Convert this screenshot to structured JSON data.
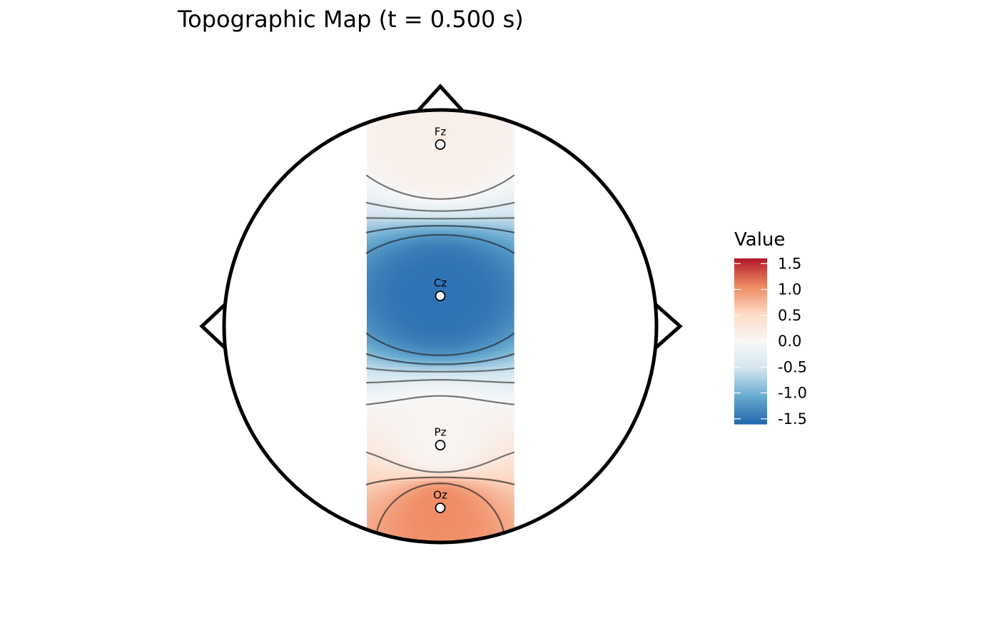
{
  "chart_data": {
    "type": "heatmap",
    "title": "Topographic Map (t = 0.500 s)",
    "legend": {
      "title": "Value",
      "placement": "right",
      "range": [
        -1.6,
        1.6
      ],
      "ticks": [
        1.5,
        1.0,
        0.5,
        0.0,
        -0.5,
        -1.0,
        -1.5
      ],
      "tick_labels": [
        "1.5",
        "1.0",
        "0.5",
        "0.0",
        "-0.5",
        "-1.0",
        "-1.5"
      ],
      "colors": {
        "high": "#b2182b",
        "mid_high": "#ef8a62",
        "light_high": "#fddbc7",
        "zero": "#f7f7f7",
        "light_low": "#d1e5f0",
        "mid_low": "#67a9cf",
        "low": "#2166ac"
      }
    },
    "electrodes": [
      {
        "label": "Fz",
        "x": 0.0,
        "y": 0.84,
        "value": 0.15
      },
      {
        "label": "Cz",
        "x": 0.0,
        "y": 0.14,
        "value": -1.5
      },
      {
        "label": "Pz",
        "x": 0.0,
        "y": -0.55,
        "value": 0.05
      },
      {
        "label": "Oz",
        "x": 0.0,
        "y": -0.84,
        "value": 1.05
      }
    ],
    "contour_levels": [
      -1.5,
      -1.2,
      -0.9,
      -0.6,
      -0.3,
      0.0,
      0.3,
      0.6,
      0.9
    ],
    "head": {
      "nose": true,
      "ears": true
    }
  }
}
